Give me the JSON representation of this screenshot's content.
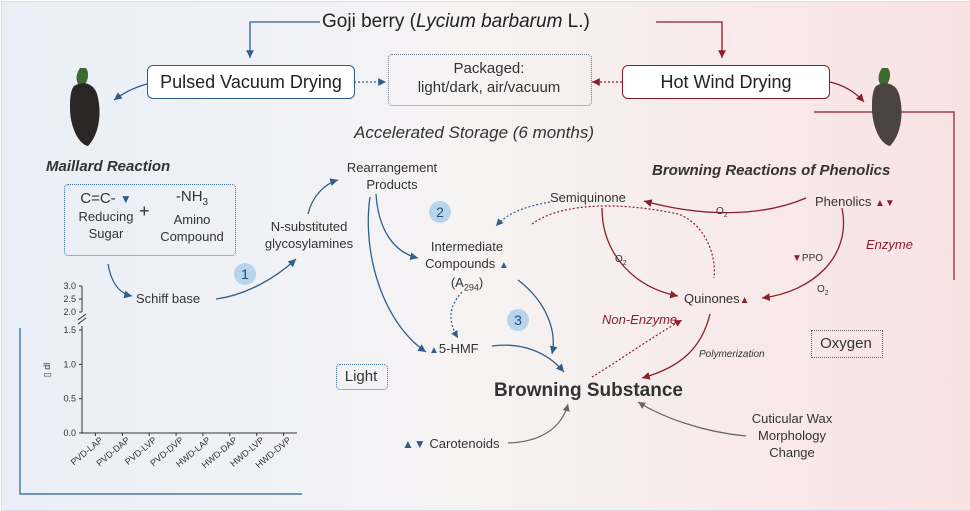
{
  "title_main": "Goji berry (",
  "title_latin": "Lycium barbarum",
  "title_end": " L.)",
  "pvd_label": "Pulsed Vacuum Drying",
  "hwd_label": "Hot Wind Drying",
  "packaged_line1": "Packaged:",
  "packaged_line2": "light/dark, air/vacuum",
  "storage_label": "Accelerated Storage (6 months)",
  "maillard_title": "Maillard Reaction",
  "sugar_formula": "C=C-",
  "sugar_line1": "Reducing",
  "sugar_line2": "Sugar",
  "plus": "+",
  "amino_formula_prefix": "-NH",
  "amino_formula_sub": "3",
  "amino_line1": "Amino",
  "amino_line2": "Compound",
  "schiff_base": "Schiff base",
  "n_sub_line1": "N-substituted",
  "n_sub_line2": "glycosylamines",
  "rearr_line1": "Rearrangement",
  "rearr_line2": "Products",
  "intermediate_line1": "Intermediate",
  "intermediate_line2": "Compounds",
  "a294_prefix": "(A",
  "a294_sub": "294",
  "a294_suffix": ")",
  "hmf": "5-HMF",
  "light": "Light",
  "step_1": "1",
  "step_2": "2",
  "step_3": "3",
  "phenolics_title": "Browning Reactions of Phenolics",
  "semiquinone": "Semiquinone",
  "phenolics": "Phenolics",
  "o2_prefix": "O",
  "o2_sub": "2",
  "enzyme": "Enzyme",
  "ppo": "PPO",
  "quinones": "Quinones",
  "non_enzyme": "Non-Enzyme",
  "polymerization": "Polymerization",
  "oxygen": "Oxygen",
  "browning_substance": "Browning Substance",
  "carotenoids": "Carotenoids",
  "cuticular_line1": "Cuticular Wax",
  "cuticular_line2": "Morphology",
  "cuticular_line3": "Change",
  "colors": {
    "blue": "#2f5d8c",
    "red": "#8b1e2b",
    "badge": "#b8d3ee"
  },
  "chart_data": {
    "type": "bar",
    "categories": [
      "PVD-LAP",
      "PVD-DAP",
      "PVD-LVP",
      "PVD-DVP",
      "HWD-LAP",
      "HWD-DAP",
      "HWD-LVP",
      "HWD-DVP"
    ],
    "yticks_lower": [
      "0.0",
      "0.5",
      "1.0",
      "1.5"
    ],
    "yticks_upper": [
      "2.0",
      "2.5",
      "3.0"
    ],
    "ylabel": "▯ dl",
    "ylim": [
      0,
      3.0
    ],
    "axis_break": true
  }
}
